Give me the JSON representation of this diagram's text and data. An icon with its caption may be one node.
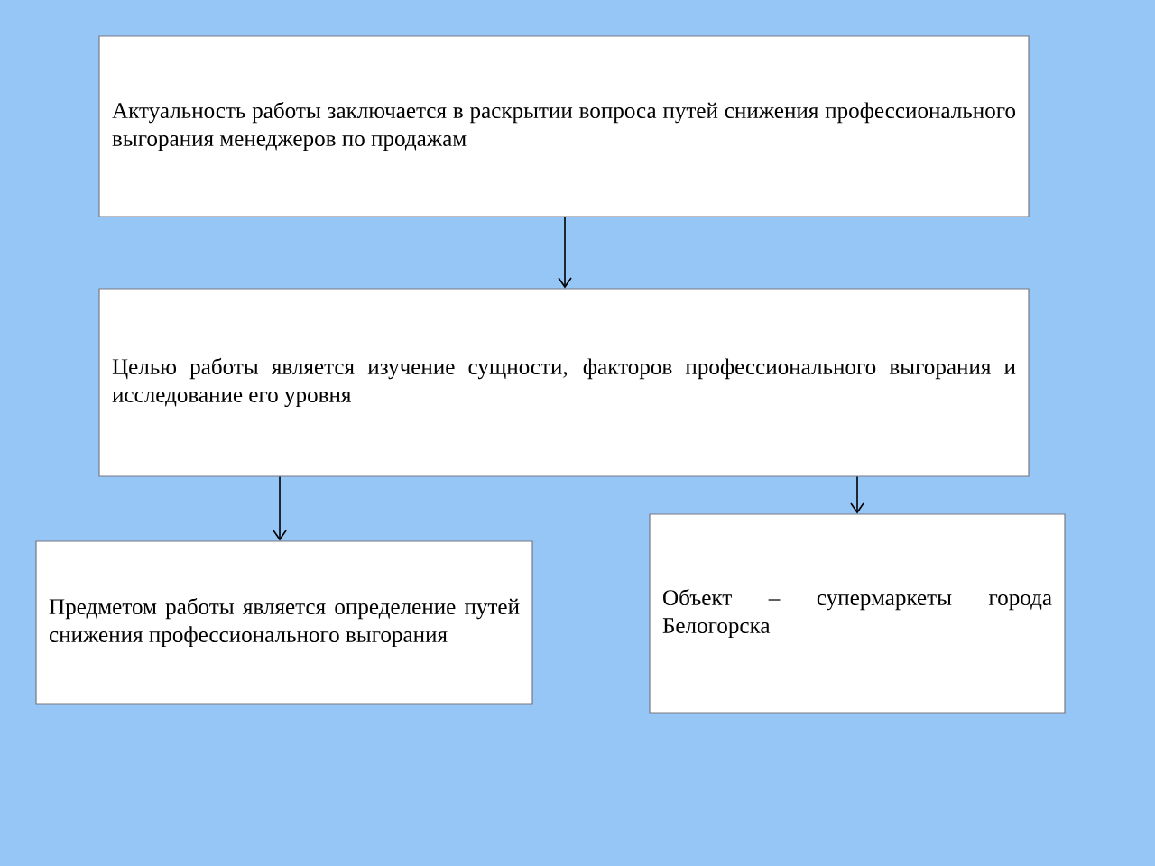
{
  "diagram": {
    "nodes": [
      {
        "text": [
          "Актуальность работы заключается в раскрытии вопроса путей снижения профессионального выгорания менеджеров по продажам"
        ]
      },
      {
        "text": [
          "Целью работы является изучение сущности, факторов профессионального выгорания и исследование  его уровня"
        ]
      },
      {
        "text": [
          "Предметом работы является определение путей снижения профессионального выгорания"
        ]
      },
      {
        "text": [
          "Объект – супермаркеты города Белогорска"
        ]
      }
    ],
    "edges": [
      {
        "from": 0,
        "to": 1,
        "arrow": "to"
      },
      {
        "from": 1,
        "to": 2,
        "arrow": "to"
      },
      {
        "from": 1,
        "to": 3,
        "arrow": "to"
      }
    ]
  }
}
